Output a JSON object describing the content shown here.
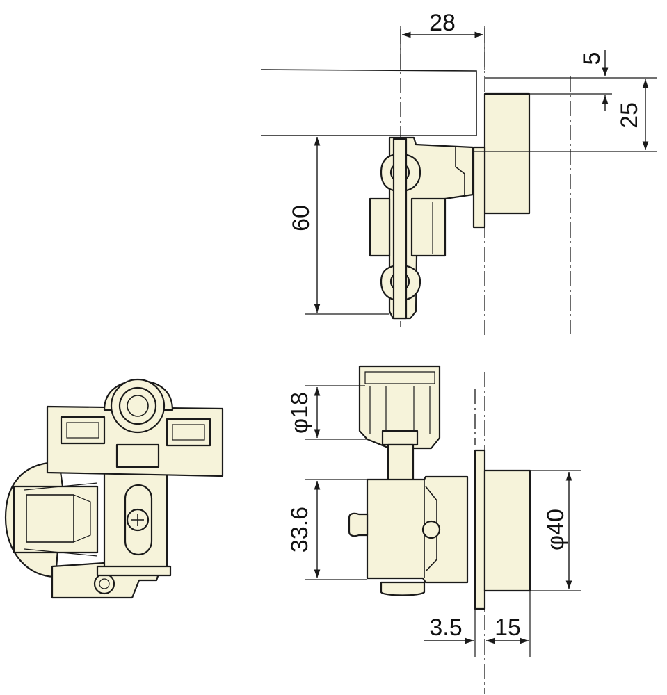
{
  "diagram": {
    "colors": {
      "part_fill": "#f6f3da",
      "stroke": "#1a1a1a",
      "background": "#ffffff"
    },
    "dimensions": {
      "top_width": "28",
      "offset_small": "5",
      "flange_height": "25",
      "mount_height": "60",
      "bore_diameter": "φ18",
      "body_height": "33.6",
      "plate_diameter": "φ40",
      "plate_thickness": "3.5",
      "cup_depth": "15"
    }
  }
}
